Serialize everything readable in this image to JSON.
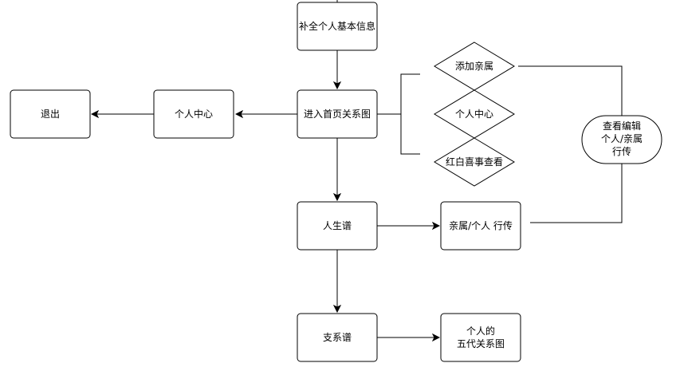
{
  "nodes": {
    "complete_info": "补全个人基本信息",
    "enter_home": "进入首页关系图",
    "personal_center_box": "个人中心",
    "logout": "退出",
    "add_relative": "添加亲属",
    "personal_center_diamond": "个人中心",
    "weddings_funerals": "红白喜事查看",
    "view_edit_line1": "查看编辑",
    "view_edit_line2": "个人/亲属",
    "view_edit_line3": "行传",
    "life_genealogy": "人生谱",
    "relative_biography": "亲属/个人 行传",
    "branch_genealogy": "支系谱",
    "five_gen_line1": "个人的",
    "five_gen_line2": "五代关系图"
  }
}
